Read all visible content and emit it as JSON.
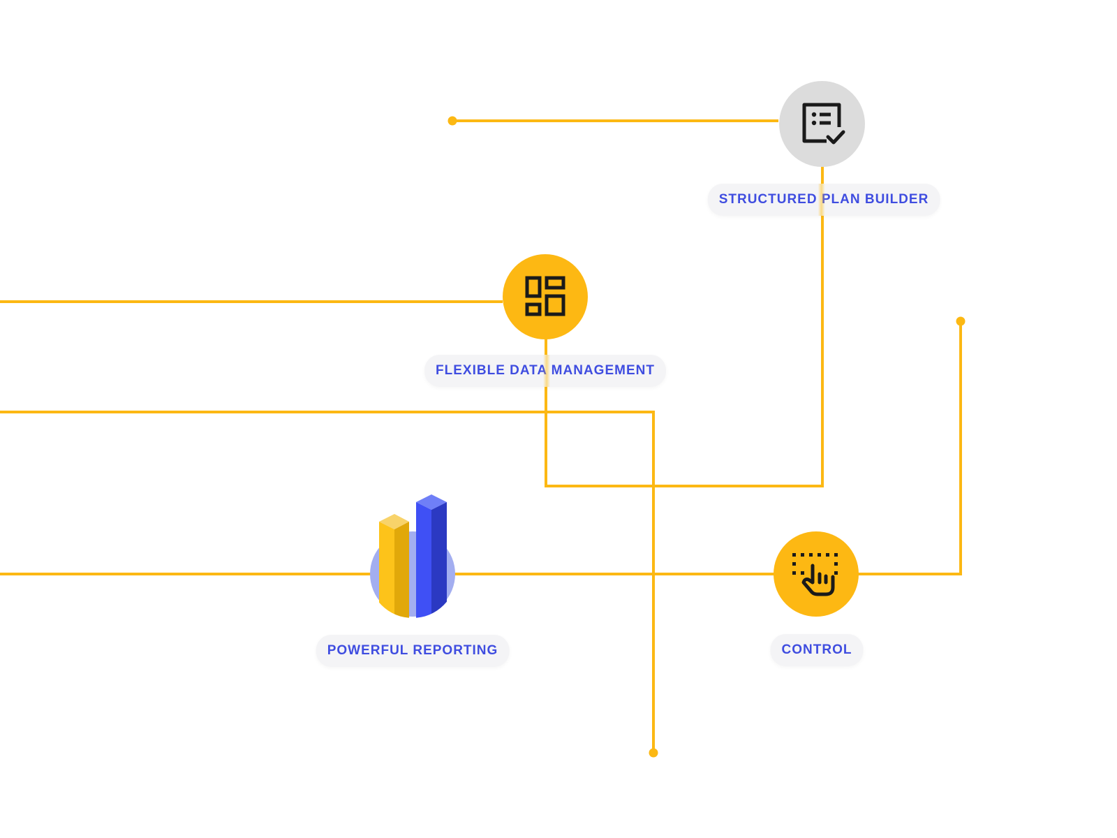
{
  "colors": {
    "connector": "#FCB813",
    "accent_yellow": "#FDB813",
    "node_gray": "#DCDCDC",
    "label_text": "#3F4DE0",
    "label_bg": "#F4F4F6",
    "icon_dark": "#1A1A1A",
    "bar_yellow": "#FDC31A",
    "bar_yellow_dark": "#E1A80A",
    "bar_blue": "#3F50F5",
    "bar_blue_dark": "#2B39C2",
    "disc_blue": "#A3AEF0"
  },
  "nodes": [
    {
      "id": "plan",
      "label": "STRUCTURED PLAN BUILDER",
      "icon": "checklist-icon",
      "style": "gray"
    },
    {
      "id": "data",
      "label": "FLEXIBLE DATA MANAGEMENT",
      "icon": "dashboard-layout-icon",
      "style": "yellow"
    },
    {
      "id": "reporting",
      "label": "POWERFUL REPORTING",
      "icon": "bar-chart-icon",
      "style": "illustration"
    },
    {
      "id": "control",
      "label": "CONTROL",
      "icon": "pointer-selection-icon",
      "style": "yellow"
    }
  ]
}
